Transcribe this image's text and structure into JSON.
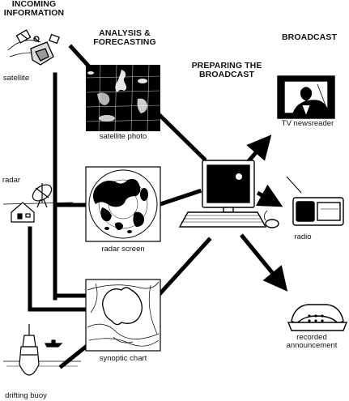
{
  "headings": {
    "incoming": "INCOMING INFORMATION",
    "analysis": "ANALYSIS & FORECASTING",
    "preparing": "PREPARING THE BROADCAST",
    "broadcast": "BROADCAST"
  },
  "labels": {
    "satellite": "satellite",
    "radar": "radar",
    "drifting_buoy": "drifting buoy",
    "satellite_photo": "satellite photo",
    "radar_screen": "radar screen",
    "synoptic_chart": "synoptic chart",
    "tv_newsreader": "TV newsreader",
    "radio": "radio",
    "recorded_announcement": "recorded announcement"
  }
}
